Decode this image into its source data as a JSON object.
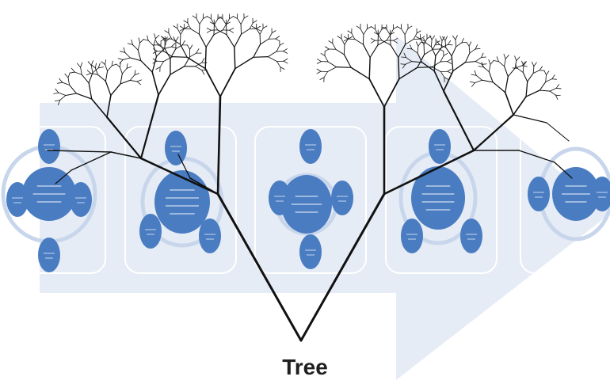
{
  "caption": "Tree",
  "colors": {
    "arrow": "#e6ecf5",
    "panel_border": "#ffffff",
    "ring": "#c8d6ec",
    "node": "#4a7cc2",
    "node_text": "#dfe8f6",
    "branch": "#111111"
  },
  "clusters": [
    {
      "id": "cluster-1",
      "label_lines": 3,
      "satellites": 4
    },
    {
      "id": "cluster-2",
      "label_lines": 4,
      "satellites": 3
    },
    {
      "id": "cluster-3",
      "label_lines": 3,
      "satellites": 4
    },
    {
      "id": "cluster-4",
      "label_lines": 4,
      "satellites": 3
    },
    {
      "id": "cluster-5",
      "label_lines": 3,
      "satellites": 2
    }
  ]
}
